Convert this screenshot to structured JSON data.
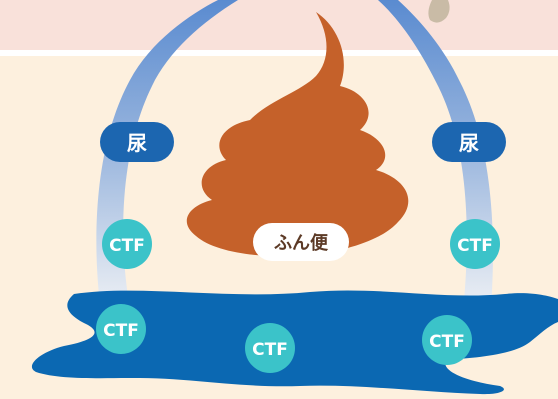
{
  "colors": {
    "upper_band": "#f9e1da",
    "lower_bg": "#fdf0de",
    "divider": "#ffffff",
    "arrow_top": "#6e98d2",
    "arrow_bottom": "#eef1f6",
    "urine_badge": "#1c66b0",
    "feces": "#c5612a",
    "water": "#0b68b2",
    "ctf_badge": "#3bc3c9",
    "badge_text": "#ffffff",
    "feces_badge_text": "#5c3a26"
  },
  "labels": {
    "urine_left": "尿",
    "urine_right": "尿",
    "feces": "ふん便",
    "ctf": "CTF"
  }
}
